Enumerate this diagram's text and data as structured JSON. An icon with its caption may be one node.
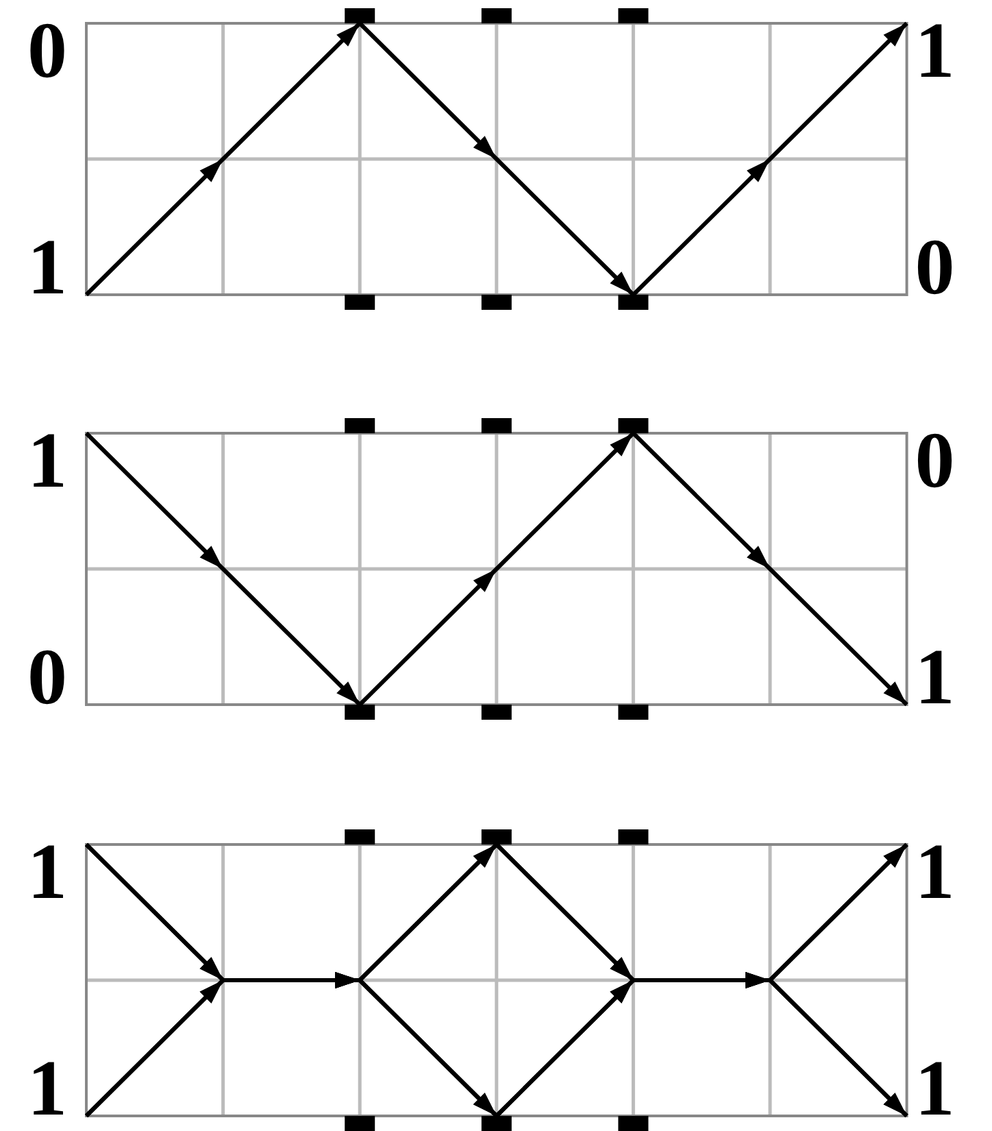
{
  "diagram": {
    "nodes": [
      {
        "text": [
          "0"
        ]
      },
      {
        "text": [],
        "shape": "bar"
      },
      {
        "text": [],
        "shape": "bar"
      },
      {
        "text": [],
        "shape": "bar"
      },
      {
        "text": [
          "1"
        ]
      },
      {
        "text": [
          "1"
        ]
      },
      {
        "text": [],
        "shape": "bar"
      },
      {
        "text": [],
        "shape": "bar"
      },
      {
        "text": [],
        "shape": "bar"
      },
      {
        "text": [
          "0"
        ]
      },
      {
        "text": [
          "1"
        ]
      },
      {
        "text": [],
        "shape": "bar"
      },
      {
        "text": [],
        "shape": "bar"
      },
      {
        "text": [],
        "shape": "bar"
      },
      {
        "text": [
          "0"
        ]
      },
      {
        "text": [
          "0"
        ]
      },
      {
        "text": [],
        "shape": "bar"
      },
      {
        "text": [],
        "shape": "bar"
      },
      {
        "text": [],
        "shape": "bar"
      },
      {
        "text": [
          "1"
        ]
      },
      {
        "text": [
          "1"
        ]
      },
      {
        "text": [],
        "shape": "bar"
      },
      {
        "text": [],
        "shape": "bar"
      },
      {
        "text": [],
        "shape": "bar"
      },
      {
        "text": [
          "1"
        ]
      },
      {
        "text": [
          "1"
        ]
      },
      {
        "text": [],
        "shape": "bar"
      },
      {
        "text": [],
        "shape": "bar"
      },
      {
        "text": [],
        "shape": "bar"
      },
      {
        "text": [
          "1"
        ]
      }
    ],
    "edges": [
      {
        "from": 5,
        "to": 1,
        "arrow": "to"
      },
      {
        "from": 1,
        "to": 8,
        "arrow": "to"
      },
      {
        "from": 8,
        "to": 4,
        "arrow": "to"
      },
      {
        "from": 10,
        "to": 16,
        "arrow": "to"
      },
      {
        "from": 16,
        "to": 13,
        "arrow": "to"
      },
      {
        "from": 13,
        "to": 19,
        "arrow": "to"
      },
      {
        "from": 20,
        "to": 22,
        "arrow": "to"
      },
      {
        "from": 20,
        "to": 27,
        "arrow": "to"
      },
      {
        "from": 25,
        "to": 22,
        "arrow": "to"
      },
      {
        "from": 25,
        "to": 27,
        "arrow": "to"
      },
      {
        "from": 22,
        "to": 24,
        "arrow": "to"
      },
      {
        "from": 22,
        "to": 29,
        "arrow": "to"
      },
      {
        "from": 27,
        "to": 24,
        "arrow": "to"
      },
      {
        "from": 27,
        "to": 29,
        "arrow": "to"
      }
    ]
  }
}
